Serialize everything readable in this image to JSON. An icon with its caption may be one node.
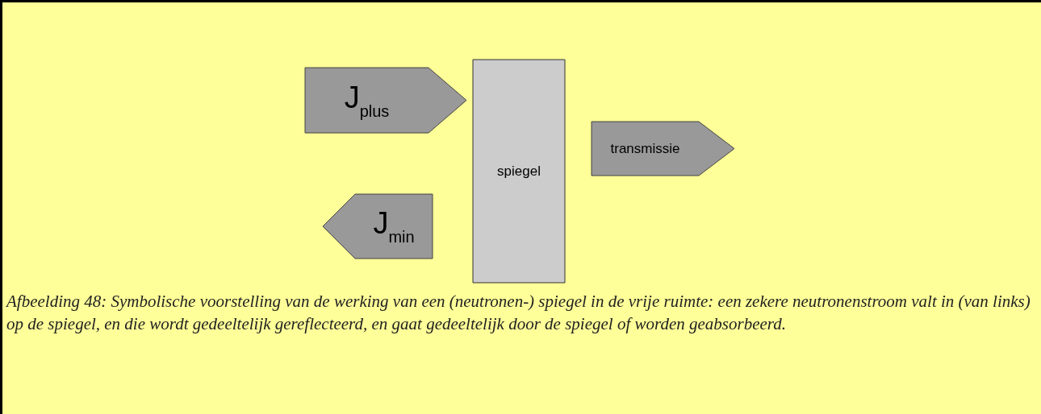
{
  "diagram": {
    "caption": "Afbeelding 48: Symbolische voorstelling van de werking van een (neutronen-) spiegel in de vrije ruimte: een zekere neutronenstroom valt in (van links) op de spiegel, en die wordt gedeeltelijk gereflecteerd, en gaat gedeeltelijk door de spiegel of worden geabsorbeerd.",
    "nodes": [
      {
        "text": [
          "J$_{plus}$"
        ]
      },
      {
        "text": [
          "spiegel"
        ]
      },
      {
        "text": [
          "transmissie"
        ]
      },
      {
        "text": [
          "J$_{min}$"
        ]
      }
    ]
  }
}
